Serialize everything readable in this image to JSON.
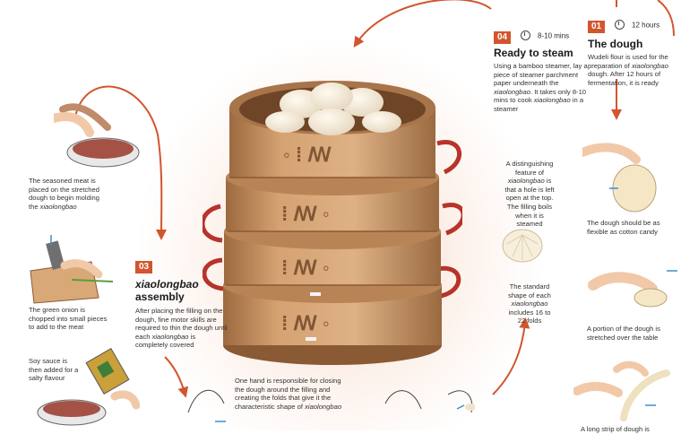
{
  "steps": {
    "s01": {
      "number": "01",
      "time": "12 hours",
      "title": "The dough",
      "desc_a": "Wudeli flour is used for the preparation of ",
      "desc_i": "xiaolongbao",
      "desc_b": " dough. After 12 hours of fermentation, it is ready"
    },
    "s03": {
      "number": "03",
      "title_i": "xiaolongbao",
      "title_b": "assembly",
      "desc_a": "After placing the filling on the dough, fine motor skills are required to thin the dough until each ",
      "desc_i": "xiaolongbao",
      "desc_b": " is completely covered"
    },
    "s04": {
      "number": "04",
      "time": "8-10 mins",
      "title": "Ready to steam",
      "desc_a": "Using a bamboo steamer, lay a piece of steamer parchment paper underneath the ",
      "desc_i": "xiaolongbao",
      "desc_b": ". It takes only 8-10 mins to cook ",
      "desc_i2": "xiaolongbao",
      "desc_c": " in a steamer"
    }
  },
  "notes": {
    "meat_a": "The seasoned meat is placed on the stretched dough to begin molding the ",
    "meat_i": "xiaolongbao",
    "onion": "The green onion is chopped into small pieces to add to the meat",
    "soy": "Soy sauce is then added for a salty flavour",
    "closing_a": "One hand is responsible for closing the dough around the filling and creating the folds that give it the characteristic shape of ",
    "closing_i": "xiaolongbao",
    "feature_a": "A distinguishing feature of ",
    "feature_i": "xiaolongbao",
    "feature_b": " is that a hole is left open at the top. The filling boils when it is steamed",
    "shape_a": "The standard shape of each ",
    "shape_i": "xiaolongbao",
    "shape_b": " includes 16 to 22 folds",
    "cotton": "The dough should be as flexible as cotton candy",
    "stretch": "A portion of the dough is stretched over the table",
    "strip": "A long strip of dough is"
  },
  "colors": {
    "accent": "#d2552e",
    "bamboo": "#c9925f",
    "bamboo_dark": "#8a5a34",
    "handle": "#b8332a"
  },
  "icons": [
    "clock-icon",
    "arrow-icon",
    "steamer-illustration",
    "hand-illustration",
    "knife-icon",
    "bowl-icon"
  ]
}
